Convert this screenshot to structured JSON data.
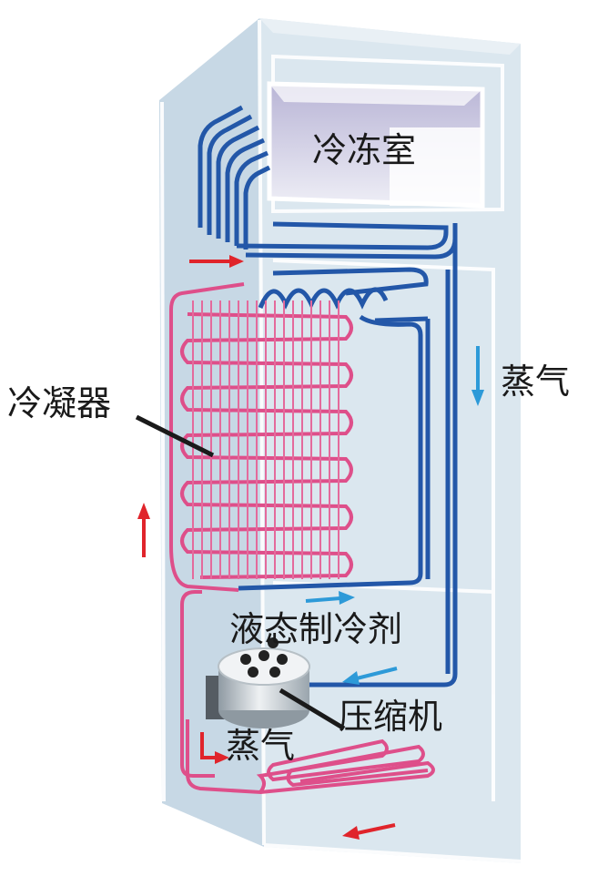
{
  "labels": {
    "freezer": "冷冻室",
    "vapor_right": "蒸气",
    "condenser": "冷凝器",
    "liquid_refrigerant": "液态制冷剂",
    "compressor": "压缩机",
    "vapor_bottom": "蒸气"
  },
  "colors": {
    "cabinet": "#d7e5ee",
    "cabinet_side": "#c4d6e3",
    "hot_pipe": "#de4f8a",
    "cold_pipe": "#2357a8",
    "flow_arrow_red": "#e0242b",
    "flow_arrow_blue": "#2d9ad8",
    "freezer_inner": "#c9c4dc"
  }
}
